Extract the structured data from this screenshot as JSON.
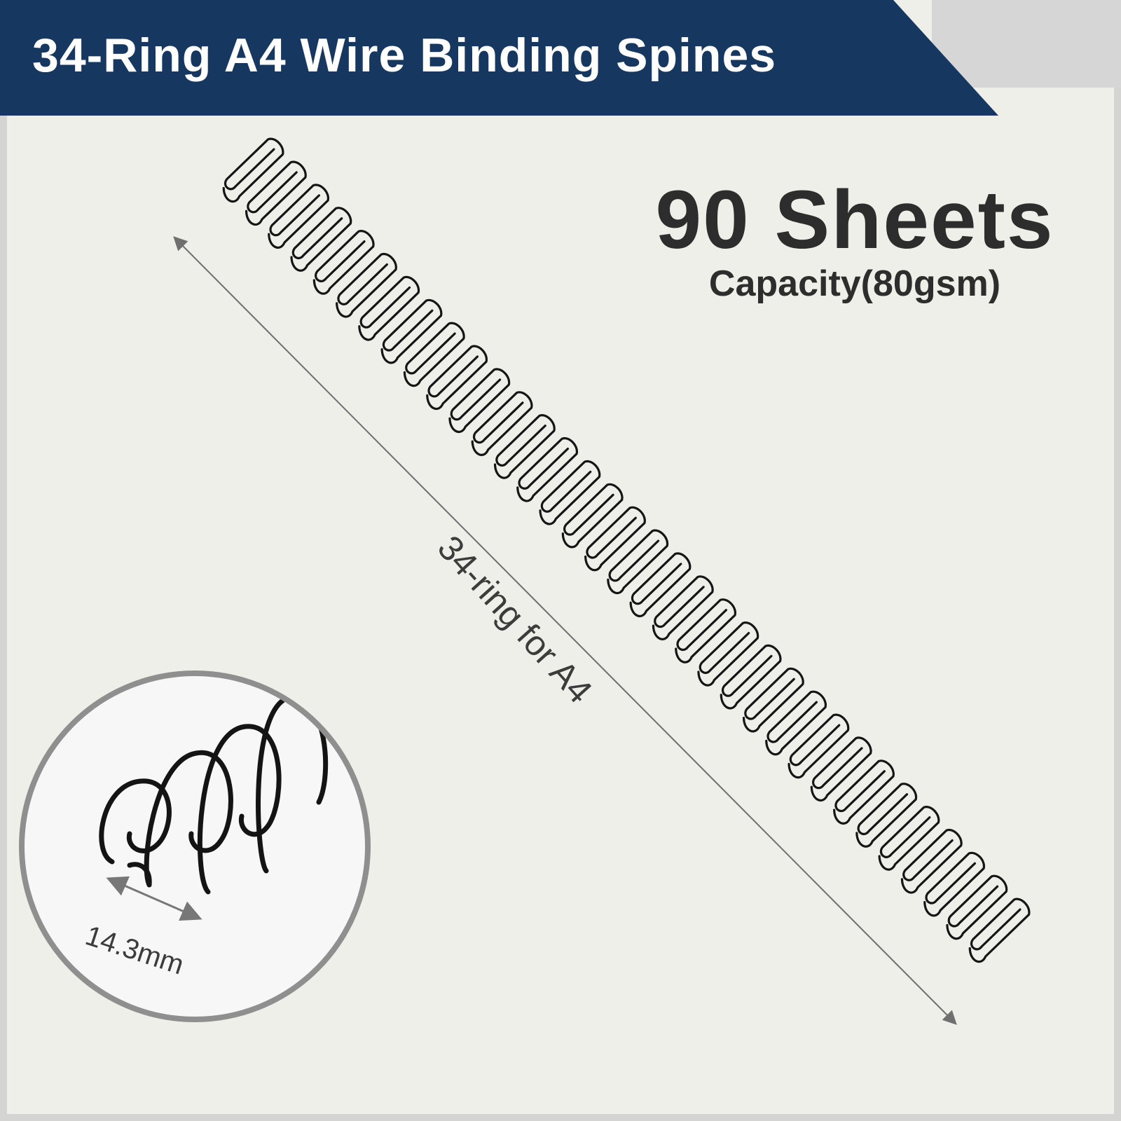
{
  "header": {
    "title": "34-Ring A4 Wire Binding Spines"
  },
  "capacity": {
    "number": "90 Sheets",
    "note": "Capacity(80gsm)"
  },
  "spine": {
    "length_label": "34-ring for A4",
    "ring_count": 34
  },
  "detail": {
    "width_label": "14.3mm"
  },
  "colors": {
    "banner": "#163760",
    "background": "#efefe9",
    "wire": "#151515",
    "arrow": "#6f6f6f"
  }
}
